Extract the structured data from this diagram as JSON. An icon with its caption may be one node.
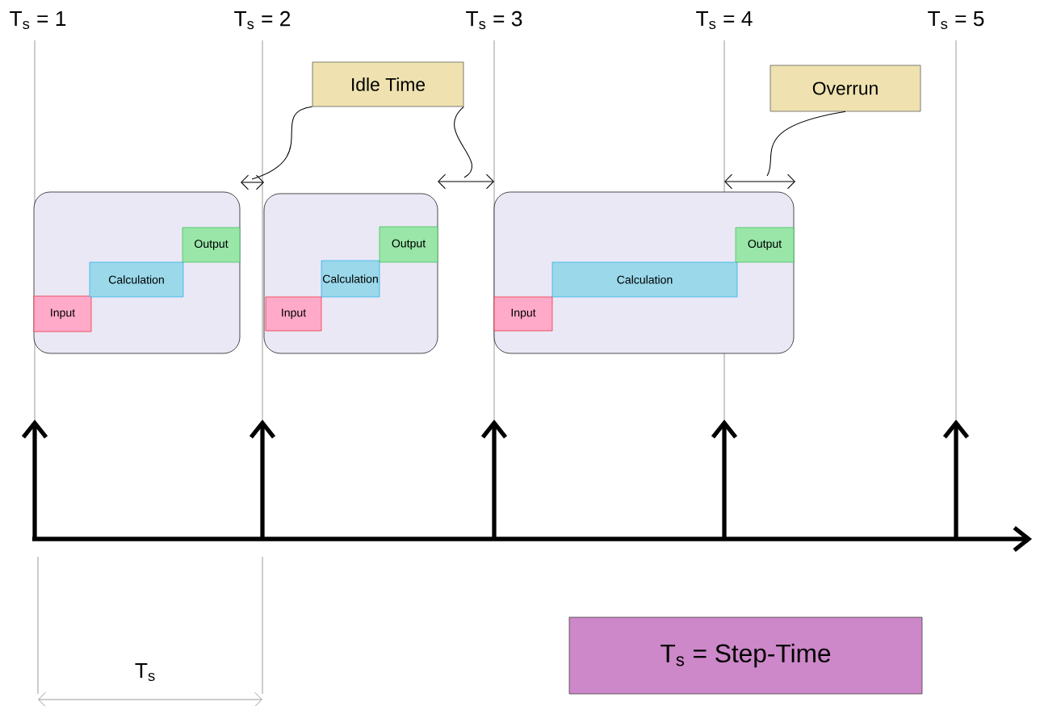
{
  "diagram": {
    "nodes": [
      {
        "text": [
          "Idle Time"
        ]
      },
      {
        "text": [
          "Overrun"
        ]
      },
      {
        "text": [],
        "shape": "box"
      },
      {
        "text": [
          "Input"
        ],
        "in": 2
      },
      {
        "text": [
          "Calculation"
        ],
        "in": 2
      },
      {
        "text": [
          "Output"
        ],
        "in": 2
      },
      {
        "text": [],
        "shape": "box"
      },
      {
        "text": [
          "Input"
        ],
        "in": 6
      },
      {
        "text": [
          "Calculation"
        ],
        "in": 6
      },
      {
        "text": [
          "Output"
        ],
        "in": 6
      },
      {
        "text": [],
        "shape": "box"
      },
      {
        "text": [
          "Input"
        ],
        "in": 10
      },
      {
        "text": [
          "Calculation"
        ],
        "in": 10
      },
      {
        "text": [
          "Output"
        ],
        "in": 10
      },
      {
        "text": [
          "T$_{s}$ = Step-Time"
        ]
      }
    ],
    "edges": [
      {
        "from": 0,
        "to": null,
        "arrow": "none"
      },
      {
        "from": 0,
        "to": null,
        "arrow": "none"
      },
      {
        "from": 1,
        "to": null,
        "arrow": "none"
      }
    ],
    "labels": [
      "T$_{s}$ = 1",
      "T$_{s}$ = 2",
      "T$_{s}$ = 3",
      "T$_{s}$ = 4",
      "T$_{s}$ = 5",
      "T$_{s}$"
    ]
  }
}
